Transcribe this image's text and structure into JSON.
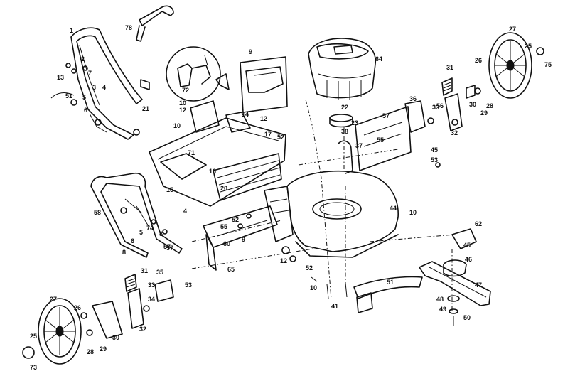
{
  "labels": [
    "78",
    "1",
    "2",
    "7",
    "13",
    "3",
    "4",
    "51",
    "5",
    "6",
    "21",
    "10",
    "12",
    "10",
    "14",
    "17",
    "9",
    "72",
    "64",
    "12",
    "22",
    "23",
    "38",
    "57",
    "36",
    "31",
    "37",
    "55",
    "56",
    "45",
    "53",
    "26",
    "33",
    "32",
    "30",
    "29",
    "28",
    "27",
    "25",
    "75",
    "71",
    "16",
    "15",
    "20",
    "52",
    "58",
    "4",
    "74",
    "5",
    "57",
    "8",
    "8",
    "6",
    "57",
    "55",
    "60",
    "12",
    "52",
    "44",
    "10",
    "52",
    "10",
    "65",
    "31",
    "35",
    "33",
    "34",
    "32",
    "29",
    "26",
    "30",
    "28",
    "27",
    "25",
    "73",
    "53",
    "9",
    "51",
    "41",
    "47",
    "46",
    "48",
    "49",
    "50",
    "62",
    "45"
  ]
}
